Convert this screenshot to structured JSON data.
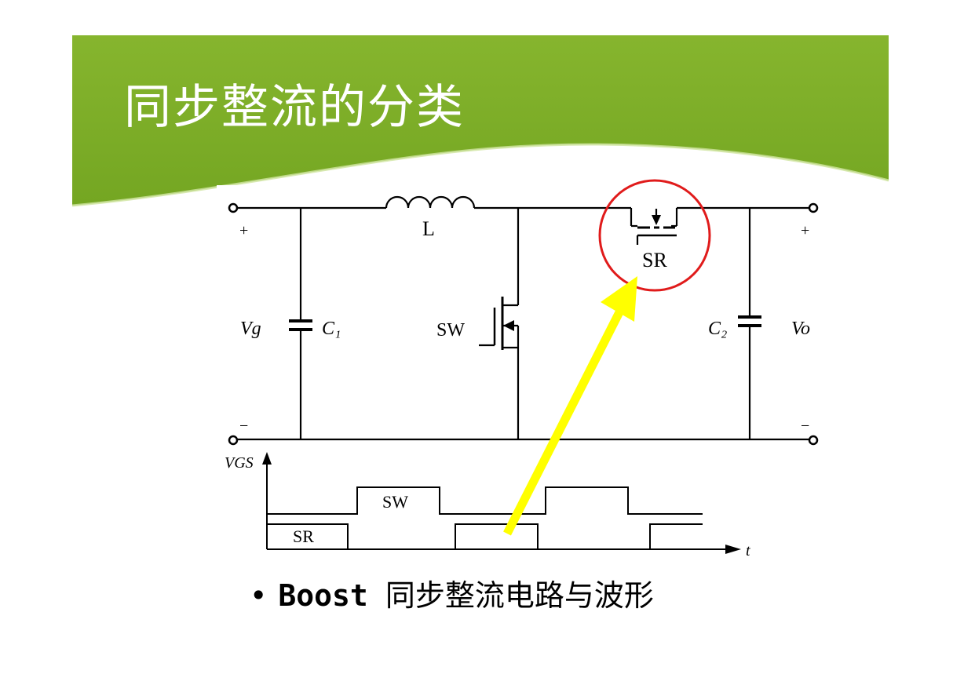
{
  "slide": {
    "title": "同步整流的分类",
    "caption": {
      "bullet": "•",
      "topology": "Boost",
      "text": "同步整流电路与波形"
    }
  },
  "circuit": {
    "inductor_label": "L",
    "sr_label": "SR",
    "sw_label": "SW",
    "c1_label": "C₁",
    "c2_label": "C₂",
    "vg_label": "Vg",
    "vo_label": "Vo",
    "plus_left": "+",
    "plus_right": "+",
    "minus_left": "−",
    "minus_right": "−"
  },
  "waveform": {
    "y_axis_label": "VGS",
    "x_axis_label": "t",
    "sw_label": "SW",
    "sr_label": "SR"
  },
  "colors": {
    "banner_green": "#7fb02a",
    "highlight_circle": "#e01b1b",
    "arrow_yellow": "#ffff00"
  }
}
